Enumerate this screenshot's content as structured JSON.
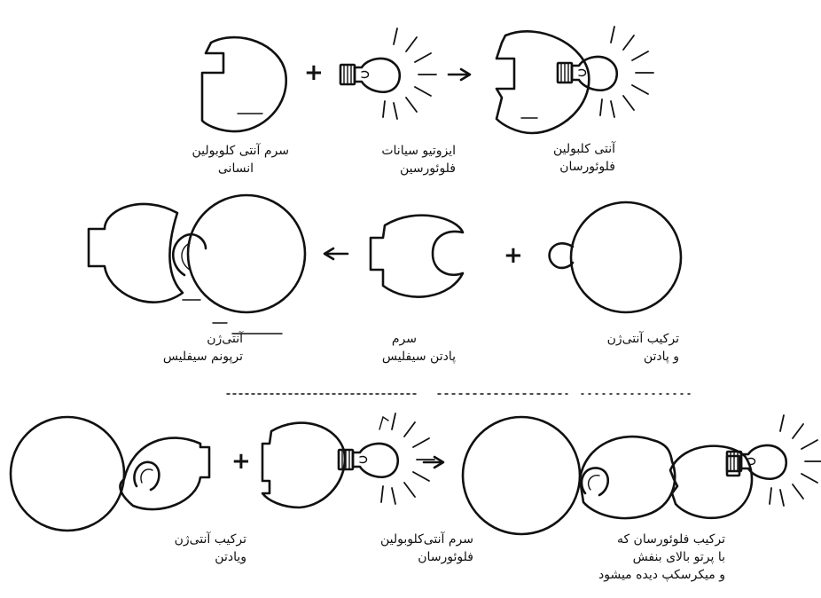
{
  "figure": {
    "row1": {
      "label_serum": [
        "سرم آنتی کلوبولین",
        "انسانی"
      ],
      "label_isothiocyanate": [
        "ایزوتیو سیانات",
        "فلوئورسین"
      ],
      "label_conjugate": [
        "آنتی کلبولین",
        "فلوئورسان"
      ]
    },
    "row2": {
      "label_antigen": [
        "آنتی‌ژن",
        "ترپونم سیفلیس"
      ],
      "label_serum": [
        "سرم",
        "پادتن سیفلیس"
      ],
      "label_complex": [
        "ترکیب آنتی‌ژن",
        "و پادتن"
      ]
    },
    "row3": {
      "label_complex": [
        "ترکیب آنتی‌ژن",
        "ویادتن"
      ],
      "label_serum": [
        "سرم آنتی‌کلوبولین",
        "فلوئورسان"
      ],
      "label_result": [
        "ترکیب فلوئورسان که",
        "با پرتو بالای بنفش",
        "و میکرسکپ دیده میشود"
      ]
    },
    "symbols": {
      "plus": "+",
      "arrow": "→",
      "arrow_back": "←"
    },
    "colors": {
      "ink": "#111111",
      "background": "#ffffff"
    }
  }
}
